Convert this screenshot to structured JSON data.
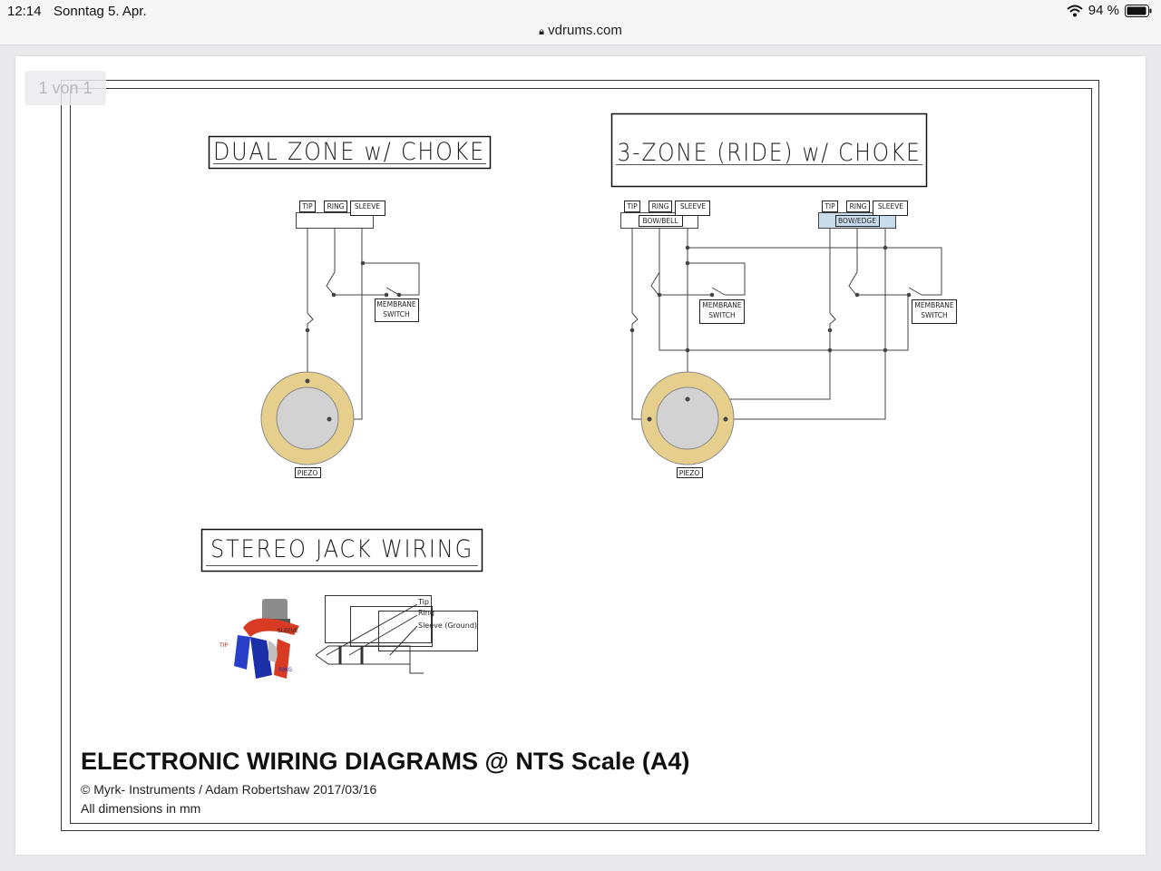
{
  "status": {
    "time": "12:14",
    "date": "Sonntag 5. Apr.",
    "battery": "94 %"
  },
  "browser": {
    "url": "vdrums.com"
  },
  "viewer": {
    "page_indicator": "1 von 1"
  },
  "diagram": {
    "dual_title": "DUAL ZONE w/ CHOKE",
    "three_title": "3-ZONE (RIDE) w/ CHOKE",
    "stereo_title": "STEREO JACK WIRING",
    "labels": {
      "tip": "TIP",
      "ring": "RING",
      "sleeve": "SLEEVE",
      "bow_bell": "BOW/BELL",
      "bow_edge": "BOW/EDGE",
      "membrane": "MEMBRANE",
      "switch": "SWITCH",
      "piezo": "PIEZO"
    },
    "jack": {
      "tip": "Tip",
      "ring": "Ring",
      "sleeve_ground": "Sleeve (Ground)",
      "photo_tip": "TIP",
      "photo_ring": "RING",
      "photo_sleeve": "SLEEVE"
    },
    "footer": {
      "title": "ELECTRONIC WIRING DIAGRAMS @ NTS Scale (A4)",
      "copyright": "© Myrk- Instruments / Adam Robertshaw 2017/03/16",
      "dimensions": "All dimensions in mm"
    }
  },
  "colors": {
    "piezo_ring": "#e6cf8c",
    "piezo_center": "#d2d2d2",
    "highlight": "#c8dcec"
  }
}
